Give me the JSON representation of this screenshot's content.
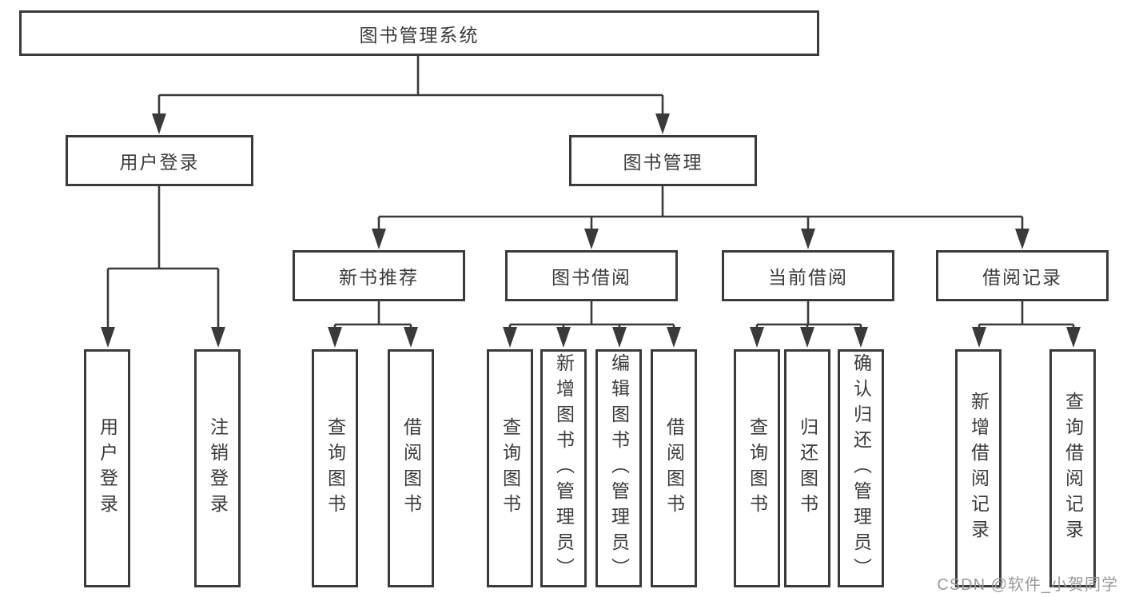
{
  "diagram": {
    "root": {
      "label": "图书管理系统",
      "children": [
        {
          "label": "用户登录",
          "children": [
            {
              "label": "用户登录"
            },
            {
              "label": "注销登录"
            }
          ]
        },
        {
          "label": "图书管理",
          "children": [
            {
              "label": "新书推荐",
              "children": [
                {
                  "label": "查询图书"
                },
                {
                  "label": "借阅图书"
                }
              ]
            },
            {
              "label": "图书借阅",
              "children": [
                {
                  "label": "查询图书"
                },
                {
                  "label": "新增图书（管理员）"
                },
                {
                  "label": "编辑图书（管理员）"
                },
                {
                  "label": "借阅图书"
                }
              ]
            },
            {
              "label": "当前借阅",
              "children": [
                {
                  "label": "查询图书"
                },
                {
                  "label": "归还图书"
                },
                {
                  "label": "确认归还（管理员）"
                }
              ]
            },
            {
              "label": "借阅记录",
              "children": [
                {
                  "label": "新增借阅记录"
                },
                {
                  "label": "查询借阅记录"
                }
              ]
            }
          ]
        }
      ]
    }
  },
  "watermark": "CSDN @软件_小贺同学",
  "colors": {
    "line": "#3a3a3a",
    "box_border": "#3a3a3a",
    "text": "#3a3a3a",
    "watermark": "#999999",
    "background": "#ffffff"
  }
}
